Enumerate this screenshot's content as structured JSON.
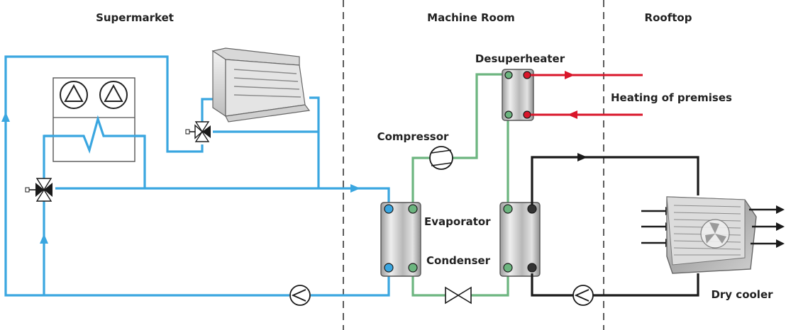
{
  "colors": {
    "brine": "#3aa6e0",
    "refrigerant": "#6cb57f",
    "heating": "#d9162a",
    "cooling": "#1a1a1a",
    "divider": "#333333",
    "text": "#222222"
  },
  "zones": {
    "supermarket": "Supermarket",
    "machine_room": "Machine Room",
    "rooftop": "Rooftop"
  },
  "components": {
    "desuperheater": "Desuperheater",
    "compressor": "Compressor",
    "evaporator": "Evaporator",
    "condenser": "Condenser",
    "dry_cooler": "Dry cooler"
  },
  "annotations": {
    "heating": "Heating of premises"
  },
  "icons": [
    "fan-unit-icon",
    "display-case-icon",
    "three-way-valve-icon",
    "pump-icon",
    "plate-heat-exchanger-icon",
    "compressor-icon",
    "expansion-valve-icon",
    "dry-cooler-icon"
  ]
}
